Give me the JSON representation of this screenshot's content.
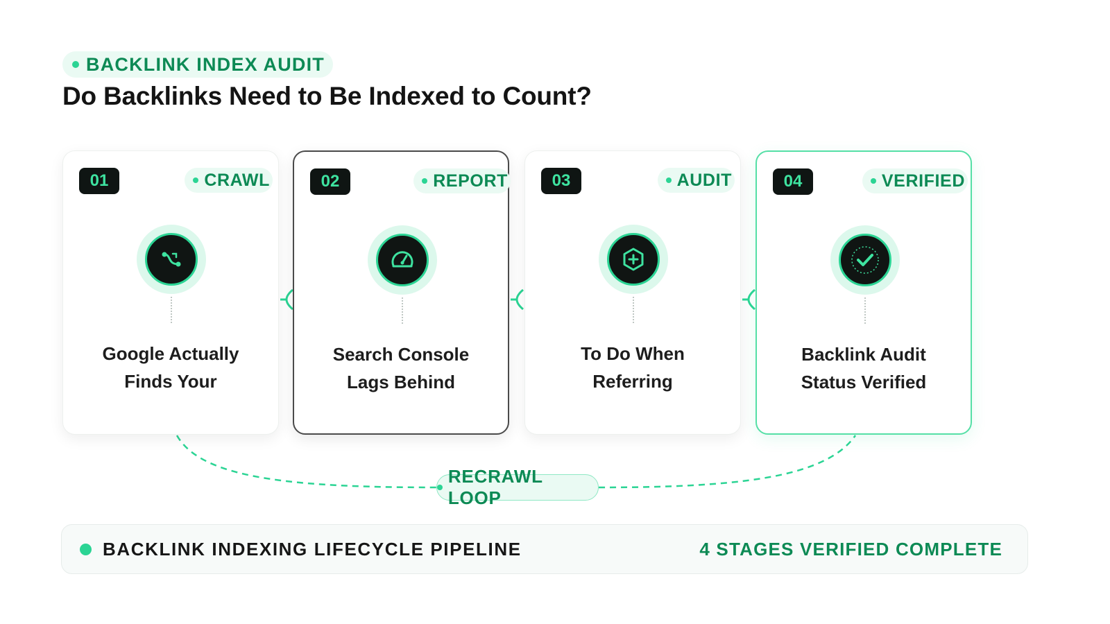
{
  "header": {
    "eyebrow": "BACKLINK INDEX AUDIT",
    "title": "Do Backlinks Need to Be Indexed to Count?"
  },
  "stages": [
    {
      "number": "01",
      "tag": "CRAWL",
      "label_line1": "Google Actually",
      "label_line2": "Finds Your",
      "icon": "route-icon"
    },
    {
      "number": "02",
      "tag": "REPORT",
      "label_line1": "Search Console",
      "label_line2": "Lags Behind",
      "icon": "gauge-icon"
    },
    {
      "number": "03",
      "tag": "AUDIT",
      "label_line1": "To Do When",
      "label_line2": "Referring",
      "icon": "hexagon-plus-icon"
    },
    {
      "number": "04",
      "tag": "VERIFIED",
      "label_line1": "Backlink Audit",
      "label_line2": "Status Verified",
      "icon": "check-circle-icon"
    }
  ],
  "loop": {
    "label": "RECRAWL LOOP"
  },
  "footer": {
    "left_label": "BACKLINK INDEXING LIFECYCLE PIPELINE",
    "right_label": "4 STAGES VERIFIED COMPLETE"
  },
  "colors": {
    "accent": "#2bd494",
    "accent_text": "#0d8a55",
    "dark": "#101513"
  }
}
